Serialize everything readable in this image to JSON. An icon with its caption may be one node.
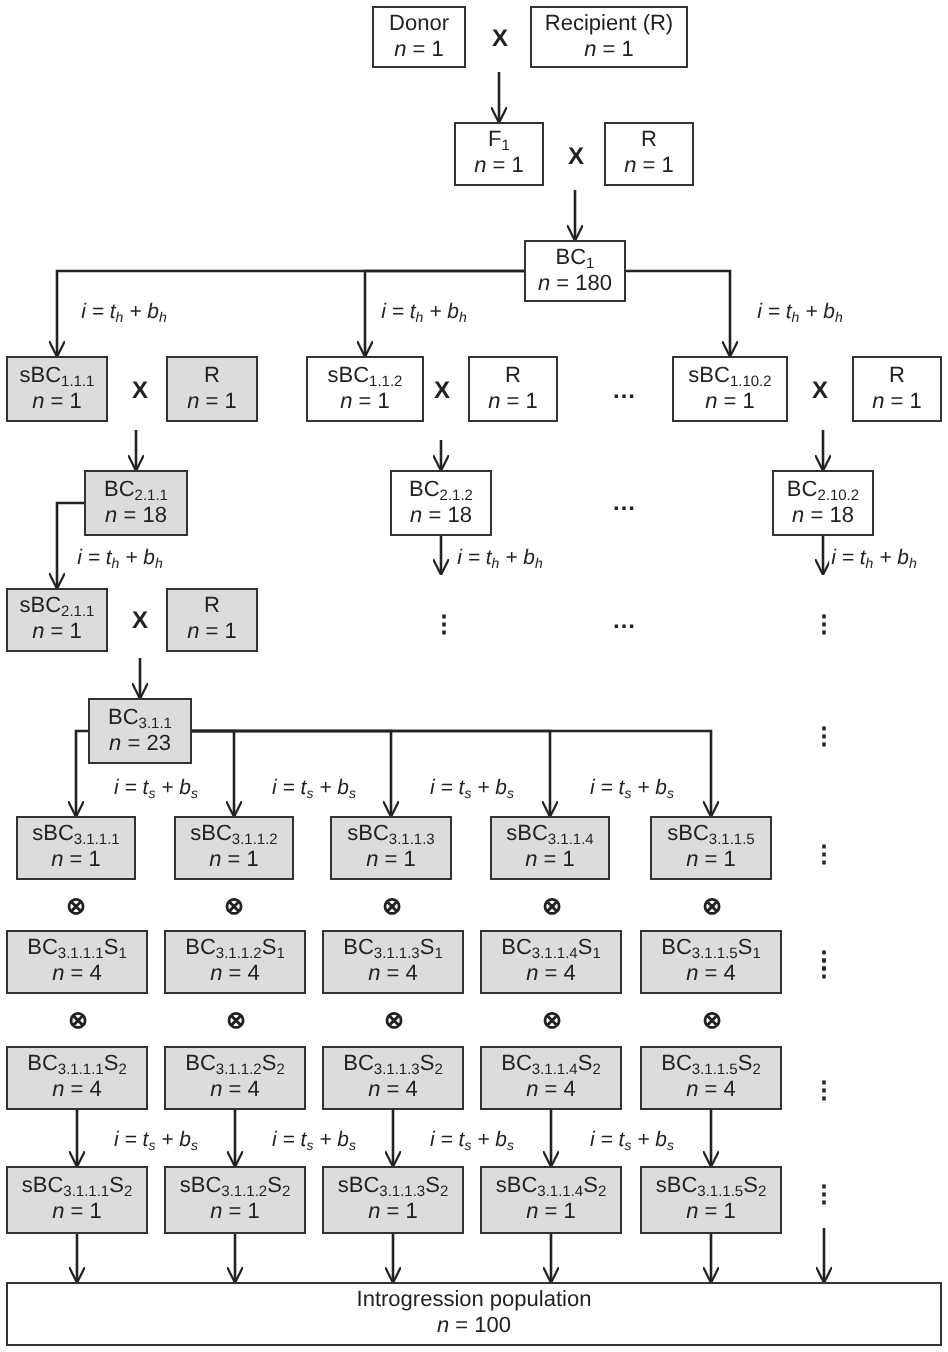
{
  "diagram": {
    "nodes": [
      {
        "text": [
          "Donor",
          "*n* = 1"
        ]
      },
      {
        "text": [
          "Recipient (R)",
          "*n* = 1"
        ]
      },
      {
        "text": [
          "F$_{1}$",
          "*n* = 1"
        ]
      },
      {
        "text": [
          "R",
          "*n* = 1"
        ]
      },
      {
        "text": [
          "BC$_{1}$",
          "*n* = 180"
        ]
      },
      {
        "text": [
          "sBC$_{1.1.1}$",
          "*n* = 1"
        ]
      },
      {
        "text": [
          "R",
          "*n* = 1"
        ]
      },
      {
        "text": [
          "sBC$_{1.1.2}$",
          "*n* = 1"
        ]
      },
      {
        "text": [
          "R",
          "*n* = 1"
        ]
      },
      {
        "text": [
          "sBC$_{1.10.2}$",
          "*n* = 1"
        ]
      },
      {
        "text": [
          "R",
          "*n* = 1"
        ]
      },
      {
        "text": [
          "BC$_{2.1.1}$",
          "*n* = 18"
        ]
      },
      {
        "text": [
          "BC$_{2.1.2}$",
          "*n* = 18"
        ]
      },
      {
        "text": [
          "BC$_{2.10.2}$",
          "*n* = 18"
        ]
      },
      {
        "text": [
          "sBC$_{2.1.1}$",
          "*n* = 1"
        ]
      },
      {
        "text": [
          "R",
          "*n* = 1"
        ]
      },
      {
        "text": [
          "BC$_{3.1.1}$",
          "*n* = 23"
        ]
      },
      {
        "text": [
          "sBC$_{3.1.1.1}$",
          "*n* = 1"
        ]
      },
      {
        "text": [
          "sBC$_{3.1.1.2}$",
          "*n* = 1"
        ]
      },
      {
        "text": [
          "sBC$_{3.1.1.3}$",
          "*n* = 1"
        ]
      },
      {
        "text": [
          "sBC$_{3.1.1.4}$",
          "*n* = 1"
        ]
      },
      {
        "text": [
          "sBC$_{3.1.1.5}$",
          "*n* = 1"
        ]
      },
      {
        "text": [
          "BC$_{3.1.1.1}$S$_{1}$",
          "*n* = 4"
        ]
      },
      {
        "text": [
          "BC$_{3.1.1.2}$S$_{1}$",
          "*n* = 4"
        ]
      },
      {
        "text": [
          "BC$_{3.1.1.3}$S$_{1}$",
          "*n* = 4"
        ]
      },
      {
        "text": [
          "BC$_{3.1.1.4}$S$_{1}$",
          "*n* = 4"
        ]
      },
      {
        "text": [
          "BC$_{3.1.1.5}$S$_{1}$",
          "*n* = 4"
        ]
      },
      {
        "text": [
          "BC$_{3.1.1.1}$S$_{2}$",
          "*n* = 4"
        ]
      },
      {
        "text": [
          "BC$_{3.1.1.2}$S$_{2}$",
          "*n* = 4"
        ]
      },
      {
        "text": [
          "BC$_{3.1.1.3}$S$_{2}$",
          "*n* = 4"
        ]
      },
      {
        "text": [
          "BC$_{3.1.1.4}$S$_{2}$",
          "*n* = 4"
        ]
      },
      {
        "text": [
          "BC$_{3.1.1.5}$S$_{2}$",
          "*n* = 4"
        ]
      },
      {
        "text": [
          "sBC$_{3.1.1.1}$S$_{2}$",
          "*n* = 1"
        ]
      },
      {
        "text": [
          "sBC$_{3.1.1.2}$S$_{2}$",
          "*n* = 1"
        ]
      },
      {
        "text": [
          "sBC$_{3.1.1.3}$S$_{2}$",
          "*n* = 1"
        ]
      },
      {
        "text": [
          "sBC$_{3.1.1.4}$S$_{2}$",
          "*n* = 1"
        ]
      },
      {
        "text": [
          "sBC$_{3.1.1.5}$S$_{2}$",
          "*n* = 1"
        ]
      },
      {
        "text": [
          "Introgression population",
          "*n* = 100"
        ]
      }
    ],
    "edges": [
      {
        "from": null,
        "to": 2,
        "arrow": "to"
      },
      {
        "from": null,
        "to": 4,
        "arrow": "to"
      },
      {
        "from": 4,
        "to": 5,
        "arrow": "to",
        "label": "i = t$_{h}$ + b$_{h}$"
      },
      {
        "from": 4,
        "to": 7,
        "arrow": "to",
        "label": "i = t$_{h}$ + b$_{h}$"
      },
      {
        "from": 4,
        "to": 9,
        "arrow": "to",
        "label": "i = t$_{h}$ + b$_{h}$"
      },
      {
        "from": null,
        "to": 11,
        "arrow": "to"
      },
      {
        "from": null,
        "to": 12,
        "arrow": "to"
      },
      {
        "from": null,
        "to": 13,
        "arrow": "to"
      },
      {
        "from": 11,
        "to": 14,
        "arrow": "to",
        "label": "i = t$_{h}$ + b$_{h}$"
      },
      {
        "from": 12,
        "to": null,
        "arrow": "to",
        "label": "i = t$_{h}$ + b$_{h}$"
      },
      {
        "from": 13,
        "to": null,
        "arrow": "to",
        "label": "i = t$_{h}$ + b$_{h}$"
      },
      {
        "from": null,
        "to": 16,
        "arrow": "to"
      },
      {
        "from": 16,
        "to": 17,
        "arrow": "to"
      },
      {
        "from": 16,
        "to": 18,
        "arrow": "to",
        "label": "i = t$_{s}$ + b$_{s}$"
      },
      {
        "from": 16,
        "to": 19,
        "arrow": "to",
        "label": "i = t$_{s}$ + b$_{s}$"
      },
      {
        "from": 16,
        "to": 20,
        "arrow": "to",
        "label": "i = t$_{s}$ + b$_{s}$"
      },
      {
        "from": 16,
        "to": 21,
        "arrow": "to",
        "label": "i = t$_{s}$ + b$_{s}$"
      },
      {
        "from": 27,
        "to": 32,
        "arrow": "to"
      },
      {
        "from": 28,
        "to": 33,
        "arrow": "to",
        "label": "i = t$_{s}$ + b$_{s}$"
      },
      {
        "from": 29,
        "to": 34,
        "arrow": "to",
        "label": "i = t$_{s}$ + b$_{s}$"
      },
      {
        "from": 30,
        "to": 35,
        "arrow": "to",
        "label": "i = t$_{s}$ + b$_{s}$"
      },
      {
        "from": 31,
        "to": 36,
        "arrow": "to",
        "label": "i = t$_{s}$ + b$_{s}$"
      },
      {
        "from": 32,
        "to": 37,
        "arrow": "to"
      },
      {
        "from": 33,
        "to": 37,
        "arrow": "to"
      },
      {
        "from": 34,
        "to": 37,
        "arrow": "to"
      },
      {
        "from": 35,
        "to": 37,
        "arrow": "to"
      },
      {
        "from": 36,
        "to": 37,
        "arrow": "to"
      },
      {
        "from": null,
        "to": 37,
        "arrow": "to"
      }
    ],
    "labels": [
      "X",
      "X",
      "X",
      "X",
      "…",
      "X",
      "…",
      "X",
      "⋮",
      "…",
      "⋮",
      "⋮",
      "⋮",
      "⊗",
      "⊗",
      "⊗",
      "⊗",
      "⊗",
      "⋮",
      "⊗",
      "⊗",
      "⊗",
      "⊗",
      "⊗",
      "⋮",
      "⋮",
      "⋮"
    ]
  }
}
